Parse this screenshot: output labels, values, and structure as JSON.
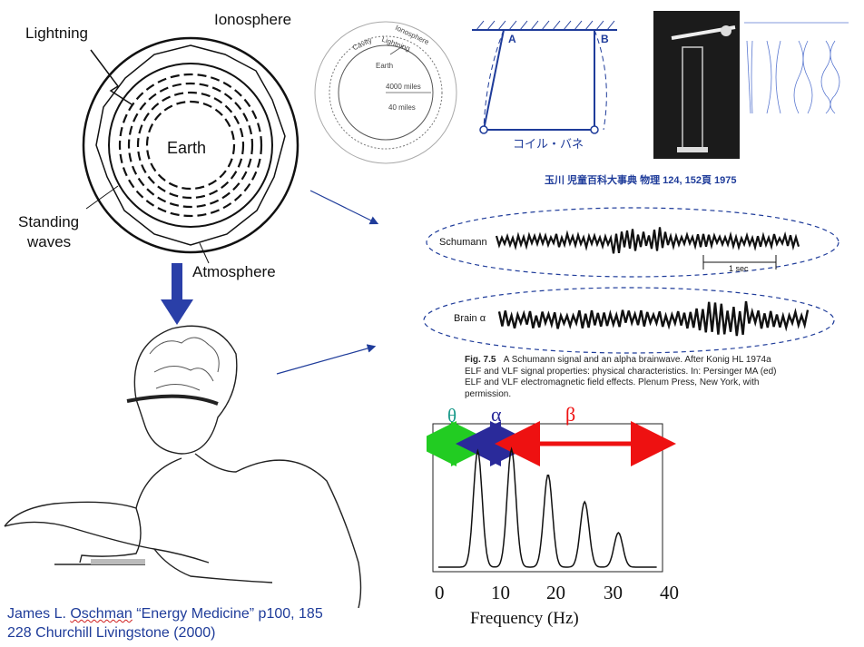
{
  "earth_diagram": {
    "lightning_label": "Lightning",
    "ionosphere_label": "Ionosphere",
    "earth_label": "Earth",
    "standing_waves_label_1": "Standing",
    "standing_waves_label_2": "waves",
    "atmosphere_label": "Atmosphere"
  },
  "cavity_diagram": {
    "cavity_label": "Cavity",
    "lightning_label": "Lightning",
    "ionosphere_label": "Ionosphere",
    "earth_label": "Earth",
    "distance_1": "4000 miles",
    "distance_2": "40 miles"
  },
  "spring_diagram": {
    "label_a": "A",
    "label_b": "B",
    "caption": "コイル・バネ"
  },
  "jp_caption": "玉川  児童百科大事典  物理   124, 152頁  1975",
  "signals": {
    "schumann_label": "Schumann",
    "brain_label": "Brain α",
    "scale_label": "1 sec",
    "fig_number": "Fig. 7.5",
    "fig_caption": "A Schumann signal and an alpha brainwave. After Konig HL 1974a ELF and VLF signal properties: physical characteristics. In: Persinger MA (ed) ELF and VLF electromagnetic field effects. Plenum Press, New York, with permission."
  },
  "spectrum": {
    "theta_label": "θ",
    "alpha_label": "α",
    "beta_label": "β",
    "x_ticks": [
      "0",
      "10",
      "20",
      "30",
      "40"
    ],
    "x_axis_label": "Frequency (Hz)",
    "colors": {
      "theta": "#22cc22",
      "alpha": "#2a2a9a",
      "beta": "#ee1111"
    }
  },
  "citation": {
    "author": "James L. ",
    "surname": "Oschman",
    "rest_line_1": " “Energy Medicine”  p100, 185",
    "line_2": "228 Churchill Livingstone (2000)"
  }
}
